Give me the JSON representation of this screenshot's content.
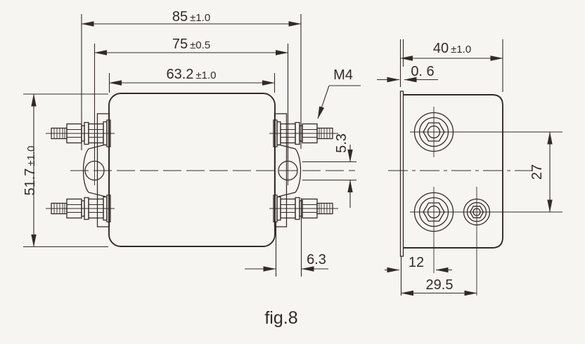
{
  "figure": {
    "caption": "fig.8"
  },
  "colors": {
    "ink": "#332a26",
    "background": "#f7f5f2"
  },
  "front_view": {
    "dim_overall_width": {
      "value": "85",
      "tolerance": "±1.0"
    },
    "dim_mount_hole_spacing": {
      "value": "75",
      "tolerance": "±0.5"
    },
    "dim_body_width": {
      "value": "63.2",
      "tolerance": "±1.0"
    },
    "dim_body_height": {
      "value": "51.7",
      "tolerance": "±1.0"
    },
    "dim_mount_hole_height": {
      "value": "5.3"
    },
    "dim_terminal_protrusion": {
      "value": "6.3"
    },
    "terminal_thread_label": "M4"
  },
  "side_view": {
    "dim_depth": {
      "value": "40",
      "tolerance": "±1.0"
    },
    "dim_flange_thickness": {
      "value": "0. 6"
    },
    "dim_terminal_row_spacing": {
      "value": "27"
    },
    "dim_line_terminal_offset": {
      "value": "12"
    },
    "dim_ground_screw_offset": {
      "value": "29.5"
    }
  }
}
